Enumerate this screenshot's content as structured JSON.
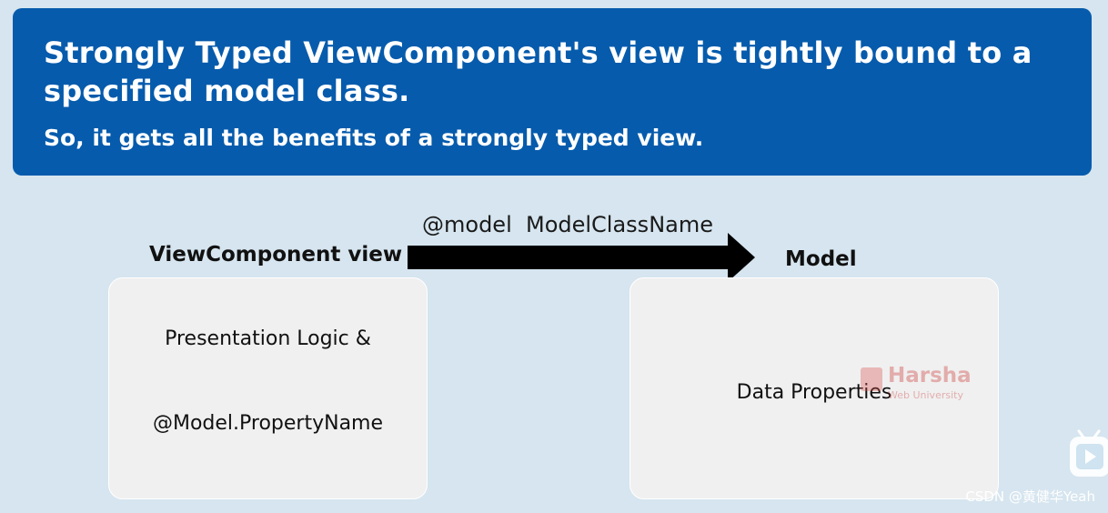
{
  "banner": {
    "title": "Strongly Typed ViewComponent's view is tightly bound to a specified model class.",
    "subtitle": "So, it gets all the benefits of a strongly typed view."
  },
  "diagram": {
    "left_label": "ViewComponent view",
    "arrow_label": "@model  ModelClassName",
    "right_label": "Model",
    "left_box": {
      "line1": "Presentation Logic &",
      "line2": "@Model.PropertyName"
    },
    "right_box": {
      "line1": "Data Properties"
    }
  },
  "watermark": {
    "text": "Harsha",
    "subtext": "Web University"
  },
  "footer": {
    "credit": "CSDN @黄健华Yeah"
  },
  "icons": {
    "arrow": "right-arrow-icon",
    "play": "video-play-icon"
  },
  "colors": {
    "banner": "#065bac",
    "background": "#d6e5ef",
    "box": "#f0f0f0"
  }
}
